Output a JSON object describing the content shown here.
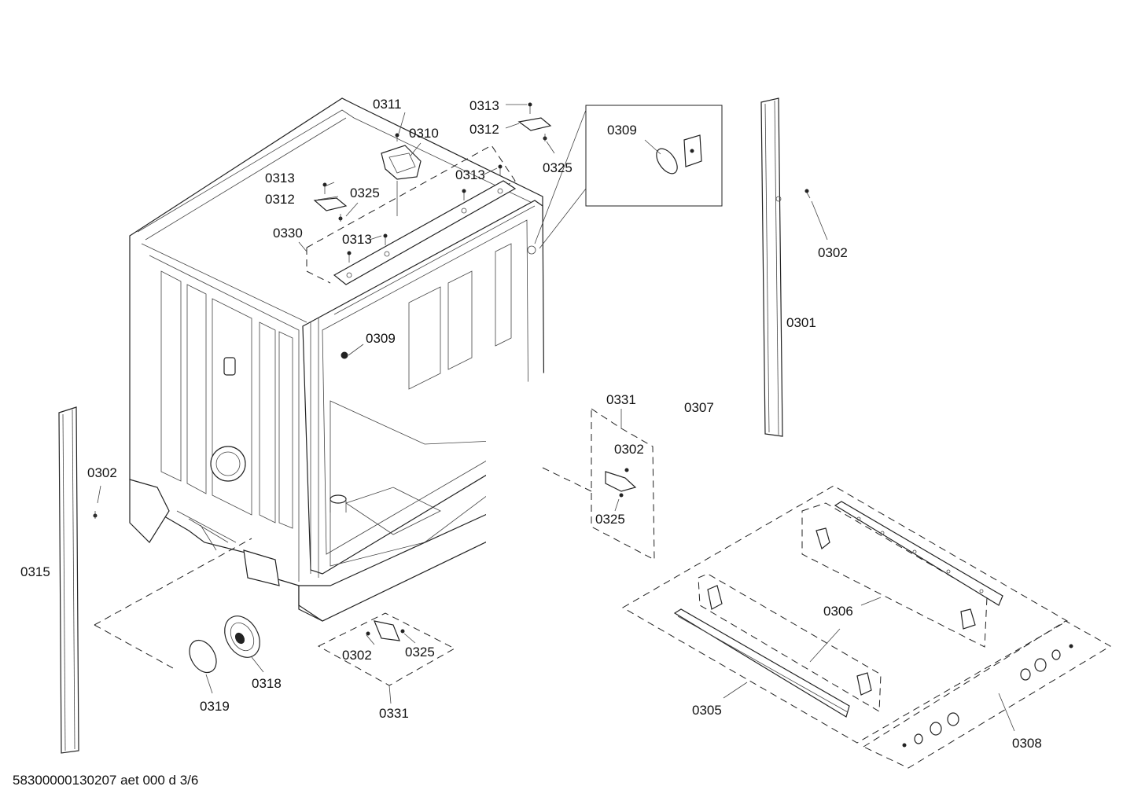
{
  "diagram": {
    "labels": {
      "l0311": "0311",
      "l0310": "0310",
      "l0313_top": "0313",
      "l0312_top": "0312",
      "l0325_top": "0325",
      "l0313_left": "0313",
      "l0312_left": "0312",
      "l0325_left": "0325",
      "l0313_bar": "0313",
      "l0313_mid": "0313",
      "l0330": "0330",
      "l0309_detail": "0309",
      "l0309_tub": "0309",
      "l0302_right": "0302",
      "l0301": "0301",
      "l0307": "0307",
      "l0331_right": "0331",
      "l0302_bracket": "0302",
      "l0325_bracket": "0325",
      "l0302_left": "0302",
      "l0315": "0315",
      "l0318": "0318",
      "l0319": "0319",
      "l0302_bottom": "0302",
      "l0325_bottom": "0325",
      "l0331_bottom": "0331",
      "l0306": "0306",
      "l0305": "0305",
      "l0308": "0308"
    },
    "footer": "58300000130207 aet 000 d 3/6"
  }
}
